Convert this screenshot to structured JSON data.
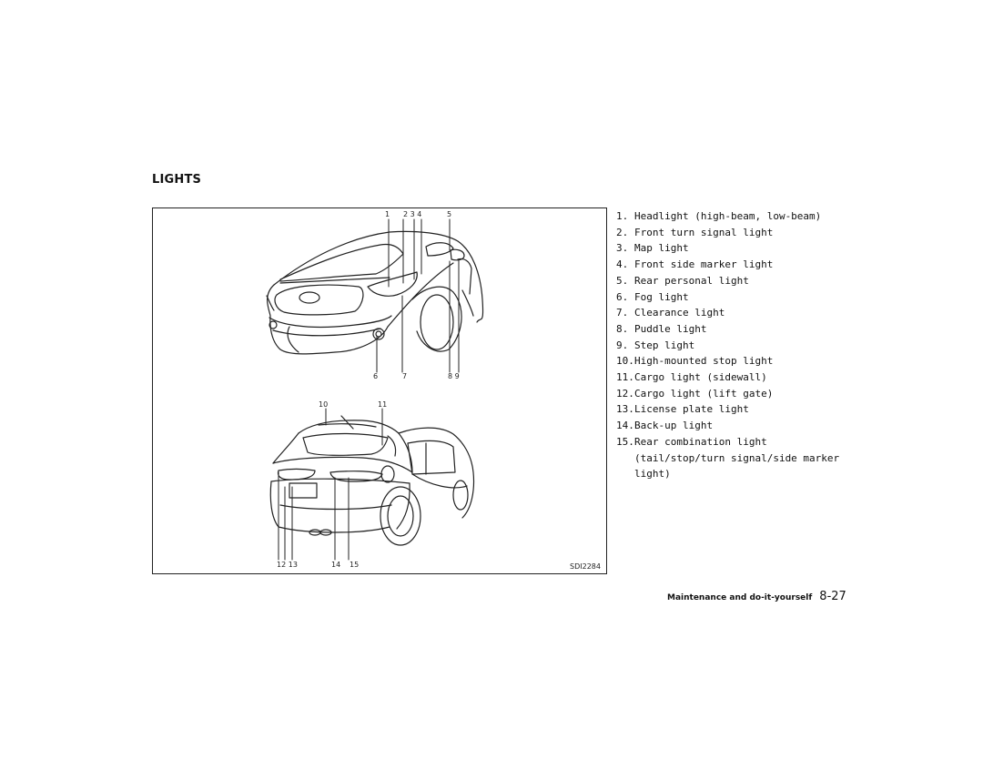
{
  "section_title": "LIGHTS",
  "figure": {
    "code": "SDI2284",
    "front_callouts": [
      "1",
      "2 3 4",
      "5",
      "6",
      "7",
      "8 9"
    ],
    "rear_callouts": [
      "10",
      "11",
      "12 13",
      "14",
      "15"
    ]
  },
  "legend": [
    {
      "num": "1.",
      "text": "Headlight (high-beam, low-beam)"
    },
    {
      "num": "2.",
      "text": "Front turn signal light"
    },
    {
      "num": "3.",
      "text": "Map light"
    },
    {
      "num": "4.",
      "text": "Front side marker light"
    },
    {
      "num": "5.",
      "text": "Rear personal light"
    },
    {
      "num": "6.",
      "text": "Fog light"
    },
    {
      "num": "7.",
      "text": "Clearance light"
    },
    {
      "num": "8.",
      "text": "Puddle light"
    },
    {
      "num": "9.",
      "text": "Step light"
    },
    {
      "num": "10.",
      "text": "High-mounted stop light"
    },
    {
      "num": "11.",
      "text": "Cargo light (sidewall)"
    },
    {
      "num": "12.",
      "text": "Cargo light (lift gate)"
    },
    {
      "num": "13.",
      "text": "License plate light"
    },
    {
      "num": "14.",
      "text": "Back-up light"
    },
    {
      "num": "15.",
      "text": "Rear combination light (tail/stop/turn signal/side marker light)"
    }
  ],
  "footer": {
    "section": "Maintenance and do-it-yourself",
    "page": "8-27"
  }
}
